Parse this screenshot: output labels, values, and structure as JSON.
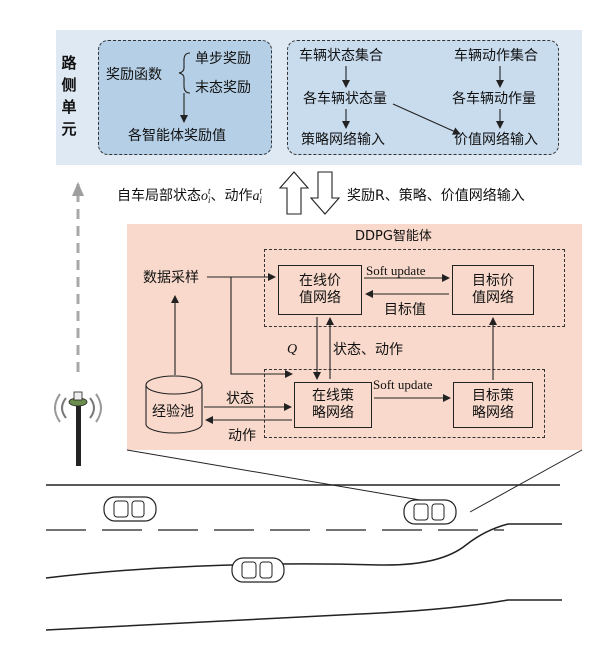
{
  "roadside": {
    "label_chars": [
      "路",
      "侧",
      "单",
      "元"
    ],
    "reward": {
      "title": "奖励函数",
      "step": "单步奖励",
      "terminal": "末态奖励",
      "value": "各智能体奖励值"
    },
    "vehicles": {
      "state_set": "车辆状态集合",
      "action_set": "车辆动作集合",
      "state_each": "各车辆状态量",
      "action_each": "各车辆动作量",
      "policy_input": "策略网络输入",
      "value_input": "价值网络输入"
    }
  },
  "exchange": {
    "up_text_prefix": "自车局部状态",
    "obs_symbol": "o",
    "obs_sub": "i",
    "obs_sup": "t",
    "sep": "、动作",
    "act_symbol": "a",
    "act_sub": "i",
    "act_sup": "t",
    "down_text": "奖励R、策略、价值网络输入"
  },
  "agent": {
    "title": "DDPG智能体",
    "sampling": "数据采样",
    "online_value": [
      "在线价",
      "值网络"
    ],
    "target_value": [
      "目标价",
      "值网络"
    ],
    "online_policy": [
      "在线策",
      "略网络"
    ],
    "target_policy": [
      "目标策",
      "略网络"
    ],
    "soft_update_top": "Soft update",
    "soft_update_bottom": "Soft update",
    "target_label": "目标值",
    "q_label": "Q",
    "state_action_label": "状态、动作",
    "replay": "经验池",
    "state_label": "状态",
    "action_label": "动作"
  },
  "colors": {
    "top_bg": "#dfe9f4",
    "reward_box": "#b5cfe6",
    "vehicle_box": "#c9dcee",
    "agent_bg": "#f8d9cb",
    "upload_arrow": "#b0b0b0"
  }
}
